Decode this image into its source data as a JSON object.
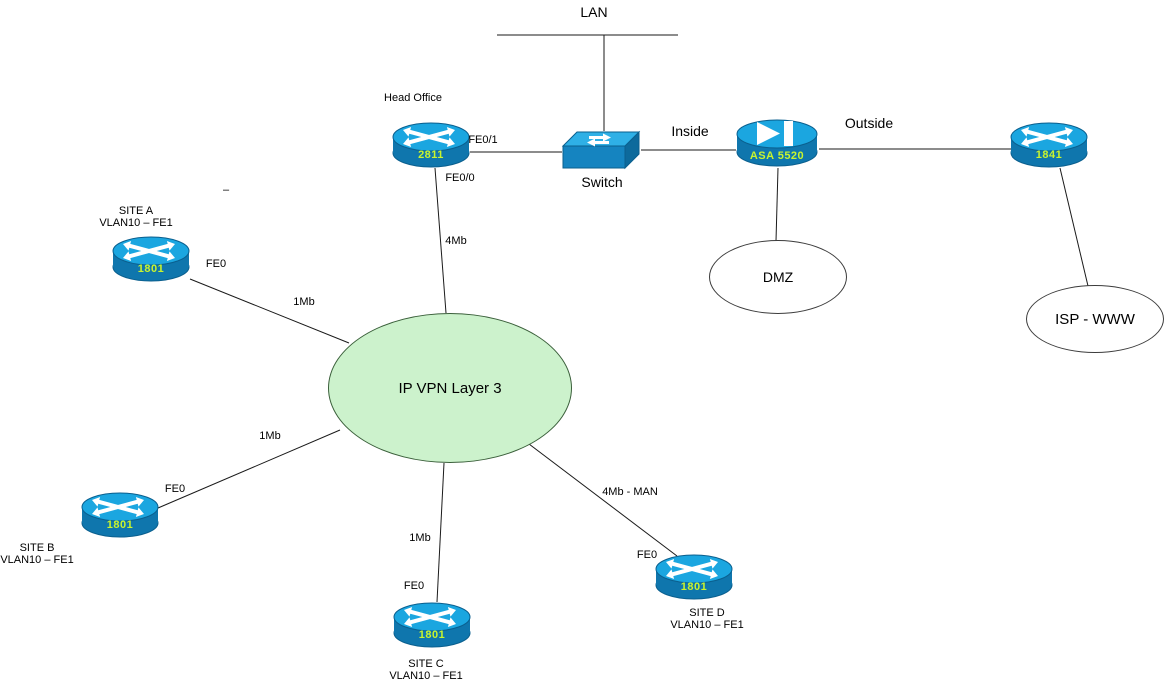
{
  "colors": {
    "router_top": "#1ba6e0",
    "router_body": "#0f76ad",
    "device_outline": "#0a5f8e",
    "device_label_text": "#c9f42e",
    "switch_top": "#2fb0e6",
    "switch_front": "#1584c0",
    "switch_side": "#0d6a9c",
    "cloud_fill": "#ccf2cc",
    "cloud_border": "#3a5f3a",
    "connection_line": "#1a1a1a"
  },
  "lan": {
    "label": "LAN"
  },
  "head_office": {
    "caption": "Head Office",
    "model": "2811",
    "if_to_switch": "FE0/1",
    "if_to_wan": "FE0/0",
    "wan_bandwidth": "4Mb"
  },
  "switch": {
    "label": "Switch"
  },
  "firewall": {
    "model": "ASA 5520",
    "inside_label": "Inside",
    "outside_label": "Outside"
  },
  "internet_router": {
    "model": "1841"
  },
  "dmz": {
    "label": "DMZ"
  },
  "isp": {
    "label": "ISP - WWW"
  },
  "vpn_cloud": {
    "label": "IP VPN Layer 3"
  },
  "sites": [
    {
      "name": "SITE A",
      "vlan": "VLAN10 – FE1",
      "model": "1801",
      "iface": "FE0",
      "bandwidth": "1Mb"
    },
    {
      "name": "SITE B",
      "vlan": "VLAN10 – FE1",
      "model": "1801",
      "iface": "FE0",
      "bandwidth": "1Mb"
    },
    {
      "name": "SITE C",
      "vlan": "VLAN10 – FE1",
      "model": "1801",
      "iface": "FE0",
      "bandwidth": "1Mb"
    },
    {
      "name": "SITE D",
      "vlan": "VLAN10 – FE1",
      "model": "1801",
      "iface": "FE0",
      "bandwidth": "4Mb - MAN"
    }
  ],
  "stray_mark": "–"
}
